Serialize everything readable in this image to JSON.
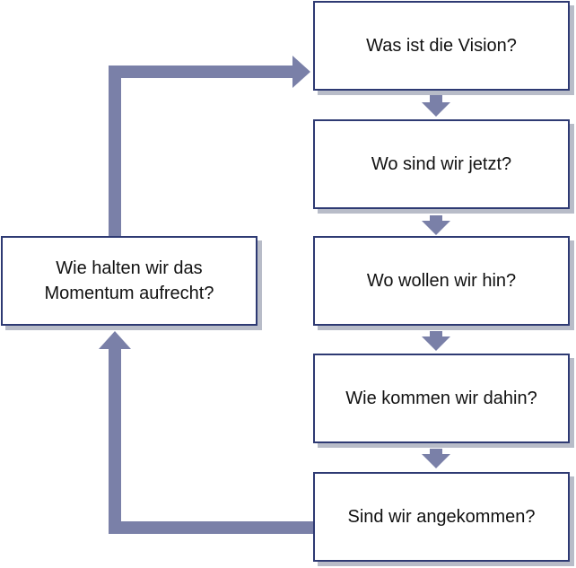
{
  "colors": {
    "box_border": "#2e3a73",
    "box_shadow": "#b8bcc8",
    "connector": "#7a80a8"
  },
  "steps": [
    {
      "id": "vision",
      "label": "Was ist die Vision?"
    },
    {
      "id": "now",
      "label": "Wo sind wir jetzt?"
    },
    {
      "id": "target",
      "label": "Wo wollen wir hin?"
    },
    {
      "id": "path",
      "label": "Wie kommen wir dahin?"
    },
    {
      "id": "arrived",
      "label": "Sind wir angekommen?"
    }
  ],
  "loop_step": {
    "label": "Wie halten wir das\nMomentum  aufrecht?"
  }
}
